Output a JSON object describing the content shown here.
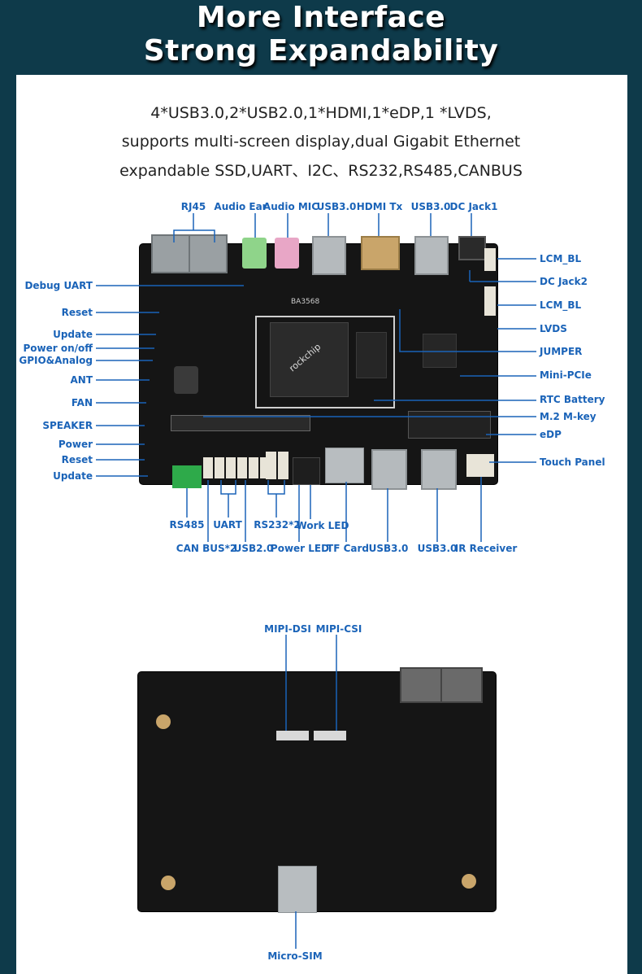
{
  "header": {
    "title_line1": "More Interface",
    "title_line2": "Strong Expandability"
  },
  "description": {
    "line1": "4*USB3.0,2*USB2.0,1*HDMI,1*eDP,1 *LVDS,",
    "line2": "supports multi-screen display,dual Gigabit Ethernet",
    "line3": "expandable SSD,UART、I2C、RS232,RS485,CANBUS"
  },
  "front_board": {
    "top_labels": [
      "RJ45",
      "Audio Ear",
      "Audio MIC",
      "USB3.0",
      "HDMI Tx",
      "USB3.0",
      "DC Jack1"
    ],
    "left_labels": [
      "Debug UART",
      "Reset",
      "Update",
      "Power on/off",
      "GPIO&Analog",
      "ANT",
      "FAN",
      "SPEAKER",
      "Power",
      "Reset",
      "Update"
    ],
    "right_labels": [
      "LCM_BL",
      "DC Jack2",
      "LCM_BL",
      "LVDS",
      "JUMPER",
      "Mini-PCIe",
      "RTC Battery",
      "M.2 M-key",
      "eDP",
      "Touch Panel"
    ],
    "bottom_labels_row1": [
      "RS485",
      "UART",
      "RS232*2",
      "Work LED"
    ],
    "bottom_labels_row2": [
      "CAN BUS*2",
      "USB2.0",
      "Power LED",
      "TF Card",
      "USB3.0",
      "USB3.0",
      "IR Receiver"
    ],
    "silkscreen": [
      "BA3568",
      "rockchip"
    ]
  },
  "back_board": {
    "top_labels": [
      "MIPI-DSI",
      "MIPI-CSI"
    ],
    "bottom_labels": [
      "Micro-SIM"
    ]
  },
  "colors": {
    "background": "#0e3a4a",
    "label": "#1a63b8",
    "pcb": "#151515"
  }
}
